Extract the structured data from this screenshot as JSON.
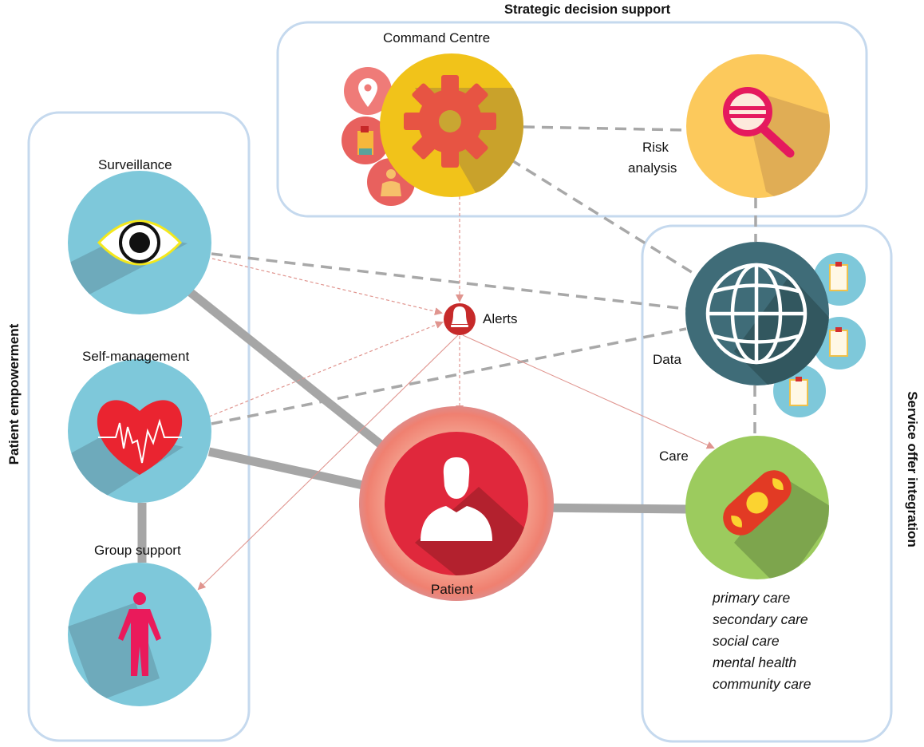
{
  "groups": {
    "strategic": "Strategic decision support",
    "patient_empowerment": "Patient empowerment",
    "service_integration": "Service offer integration"
  },
  "nodes": {
    "command_centre": "Command Centre",
    "risk_analysis_line1": "Risk",
    "risk_analysis_line2": "analysis",
    "surveillance": "Surveillance",
    "self_management": "Self-management",
    "group_support": "Group support",
    "alerts": "Alerts",
    "patient": "Patient",
    "data": "Data",
    "care": "Care"
  },
  "care_types": [
    "primary care",
    "secondary care",
    "social care",
    "mental health",
    "community care"
  ],
  "icons": {
    "command_centre": "gear-icon",
    "command_centre_sub": [
      "location-pin-icon",
      "hospital-building-icon",
      "injured-person-icon"
    ],
    "risk_analysis": "magnifier-icon",
    "surveillance": "eye-icon",
    "self_management": "heart-pulse-icon",
    "group_support": "person-icon",
    "alerts": "bell-icon",
    "patient": "user-silhouette-icon",
    "data": "globe-icon",
    "data_sub": [
      "clipboard-icon",
      "clipboard-icon",
      "clipboard-icon"
    ],
    "care": "bandage-icon"
  },
  "colors": {
    "group_border": "#c5d9ee",
    "connector_solid": "#a6a6a6",
    "connector_dashed": "#a6a6a6",
    "alert_arrow": "#e08a85",
    "teal": "#7ec8da",
    "gold": "#f1c31a",
    "light_gold": "#fcc95c",
    "dark_teal": "#3f6c78",
    "green": "#9ccb5e",
    "red": "#e0283c"
  }
}
